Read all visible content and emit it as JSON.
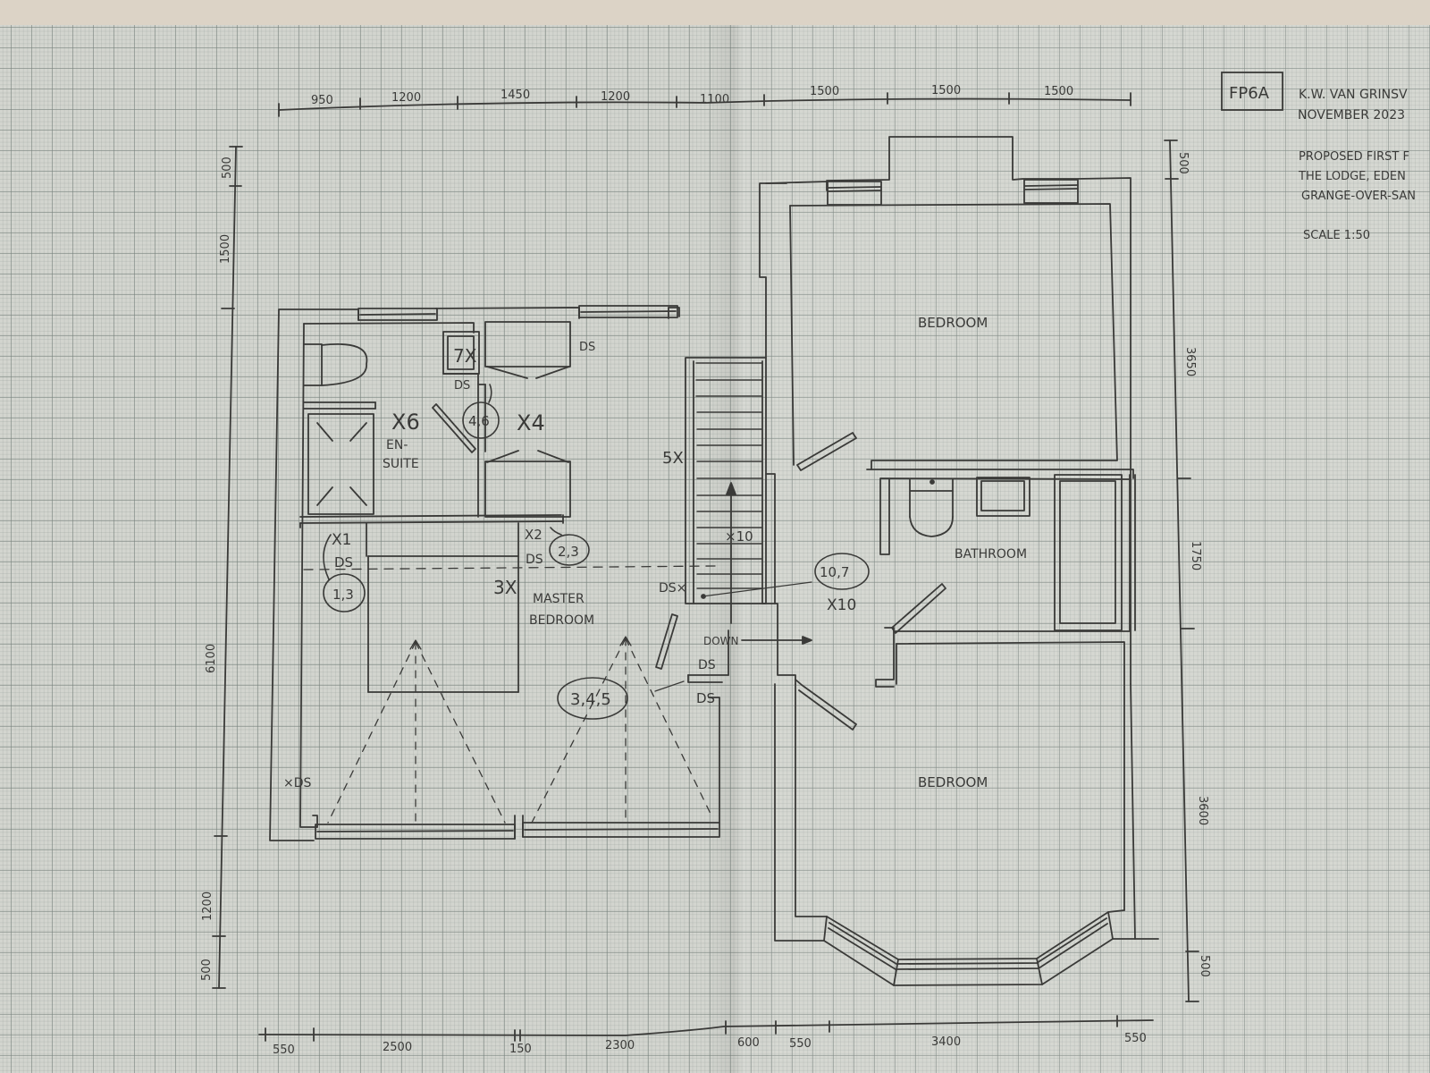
{
  "title_block": {
    "drawing_ref": "FP6A",
    "author": "K.W. VAN GRINSV",
    "date": "NOVEMBER 2023",
    "description_lines": [
      "PROPOSED FIRST F",
      "THE LODGE, EDEN",
      "GRANGE-OVER-SAN"
    ],
    "scale": "SCALE 1:50"
  },
  "dimensions": {
    "top": [
      "950",
      "1200",
      "1450",
      "1200",
      "1100",
      "1500",
      "1500",
      "1500"
    ],
    "bottom": [
      "550",
      "2500",
      "150",
      "2300",
      "600",
      "550",
      "3400",
      "550"
    ],
    "left": [
      "500",
      "1500",
      "6100",
      "1200",
      "500"
    ],
    "right": [
      "500",
      "3650",
      "1750",
      "3600",
      "500"
    ]
  },
  "rooms": {
    "bedroom_top": "BEDROOM",
    "bathroom": "BATHROOM",
    "bedroom_bottom": "BEDROOM",
    "ensuite_1": "EN-",
    "ensuite_2": "SUITE",
    "master_1": "MASTER",
    "master_2": "BEDROOM"
  },
  "annotations": {
    "x6": "X6",
    "x4": "X4",
    "seven_x": "7X",
    "ds_ensuite": "DS",
    "ds_top": "DS",
    "circle_46": "4,6",
    "x1": "X1",
    "ds_1": "DS",
    "circle_13": "1,3",
    "x2": "X2",
    "ds_2": "DS",
    "circle_23": "2,3",
    "three_x": "3X",
    "five_x": "5X",
    "x10_stair": "×10",
    "ds_stair": "DS×",
    "circle_107": "10,7",
    "x10_landing": "X10",
    "down": "DOWN",
    "ds_landing_a": "DS",
    "ds_landing_b": "DS",
    "circle_345": "3,4,5",
    "ds_corner": "×DS"
  },
  "colors": {
    "ink": "#3a3a38",
    "paper": "#d3d5cf",
    "grid": "#8e9590",
    "background": "#dcd3c6"
  }
}
